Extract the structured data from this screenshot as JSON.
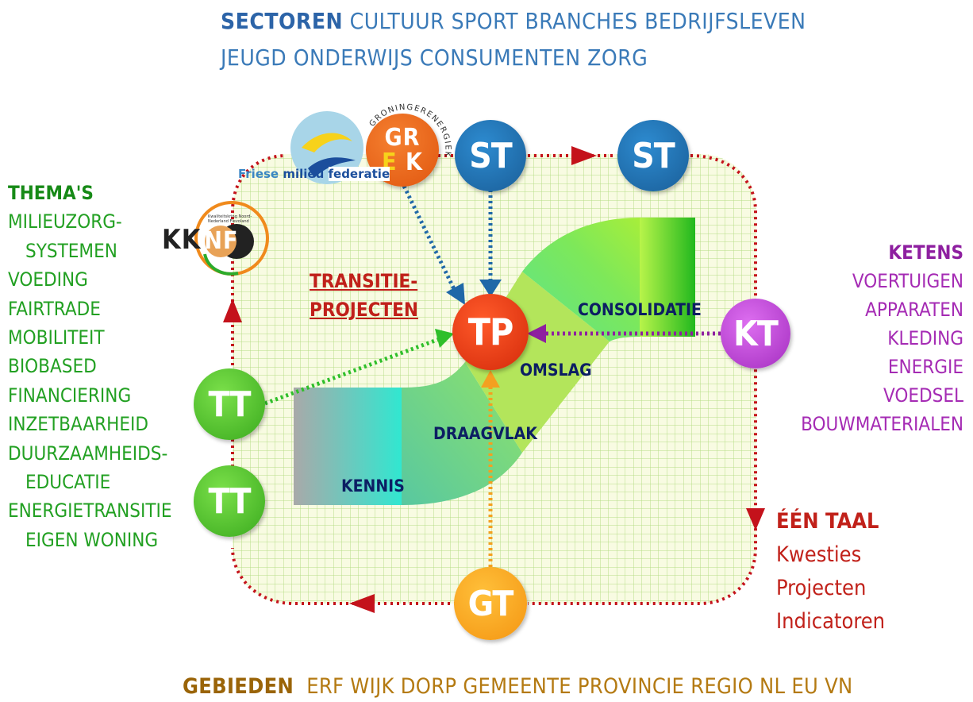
{
  "sectoren": {
    "heading": "SECTOREN",
    "line1_items": "CULTUUR  SPORT  BRANCHES  BEDRIJFSLEVEN",
    "line2_items": "JEUGD  ONDERWIJS  CONSUMENTEN  ZORG"
  },
  "themas": {
    "heading": "THEMA'S",
    "items": [
      "MILIEUZORG-",
      "SYSTEMEN",
      "VOEDING",
      "FAIRTRADE",
      "MOBILITEIT",
      "BIOBASED",
      "FINANCIERING",
      "INZETBAARHEID",
      "DUURZAAMHEIDS-",
      "EDUCATIE",
      "ENERGIETRANSITIE",
      "EIGEN WONING"
    ]
  },
  "ketens": {
    "heading": "KETENS",
    "items": [
      "VOERTUIGEN",
      "APPARATEN",
      "KLEDING",
      "ENERGIE",
      "VOEDSEL",
      "BOUWMATERIALEN"
    ]
  },
  "een_taal": {
    "heading": "ÉÉN TAAL",
    "items": [
      "Kwesties",
      "Projecten",
      "Indicatoren"
    ]
  },
  "gebieden": {
    "heading": "GEBIEDEN",
    "items": "ERF  WIJK  DORP  GEMEENTE  PROVINCIE  REGIO  NL  EU  VN"
  },
  "transitie_projecten": {
    "line1": "TRANSITIE-",
    "line2": "PROJECTEN"
  },
  "phases": {
    "kennis": "KENNIS",
    "draagvlak": "DRAAGVLAK",
    "omslag": "OMSLAG",
    "consolidatie": "CONSOLIDATIE"
  },
  "nodes": {
    "tp": "TP",
    "st1": "ST",
    "st2": "ST",
    "kt": "KT",
    "gt": "GT",
    "tt1": "TT",
    "tt2": "TT",
    "grek_top": "GR",
    "grek_bottom_e": "E",
    "grek_bottom_k": "K",
    "kknf_kk": "KK",
    "kknf_nf": "NF"
  },
  "logos": {
    "grek_ring_text": "GRONINGERENERGIEKOEPEL",
    "fmf_word1": "Friese",
    "fmf_word2": "milieu",
    "fmf_word3": "federatie",
    "kknf_small": "Kwaliteitskring Noord-Nederland Flevoland"
  },
  "colors": {
    "tp": "#e2320f",
    "st": "#1f6fae",
    "kt": "#b23fd0",
    "gt": "#f5a41e",
    "tt": "#4fc12b",
    "grek": "#e8661b",
    "cycle_arrow": "#c4121b",
    "grid": "#b6dd86",
    "grid_bg": "#f8fbe2"
  }
}
